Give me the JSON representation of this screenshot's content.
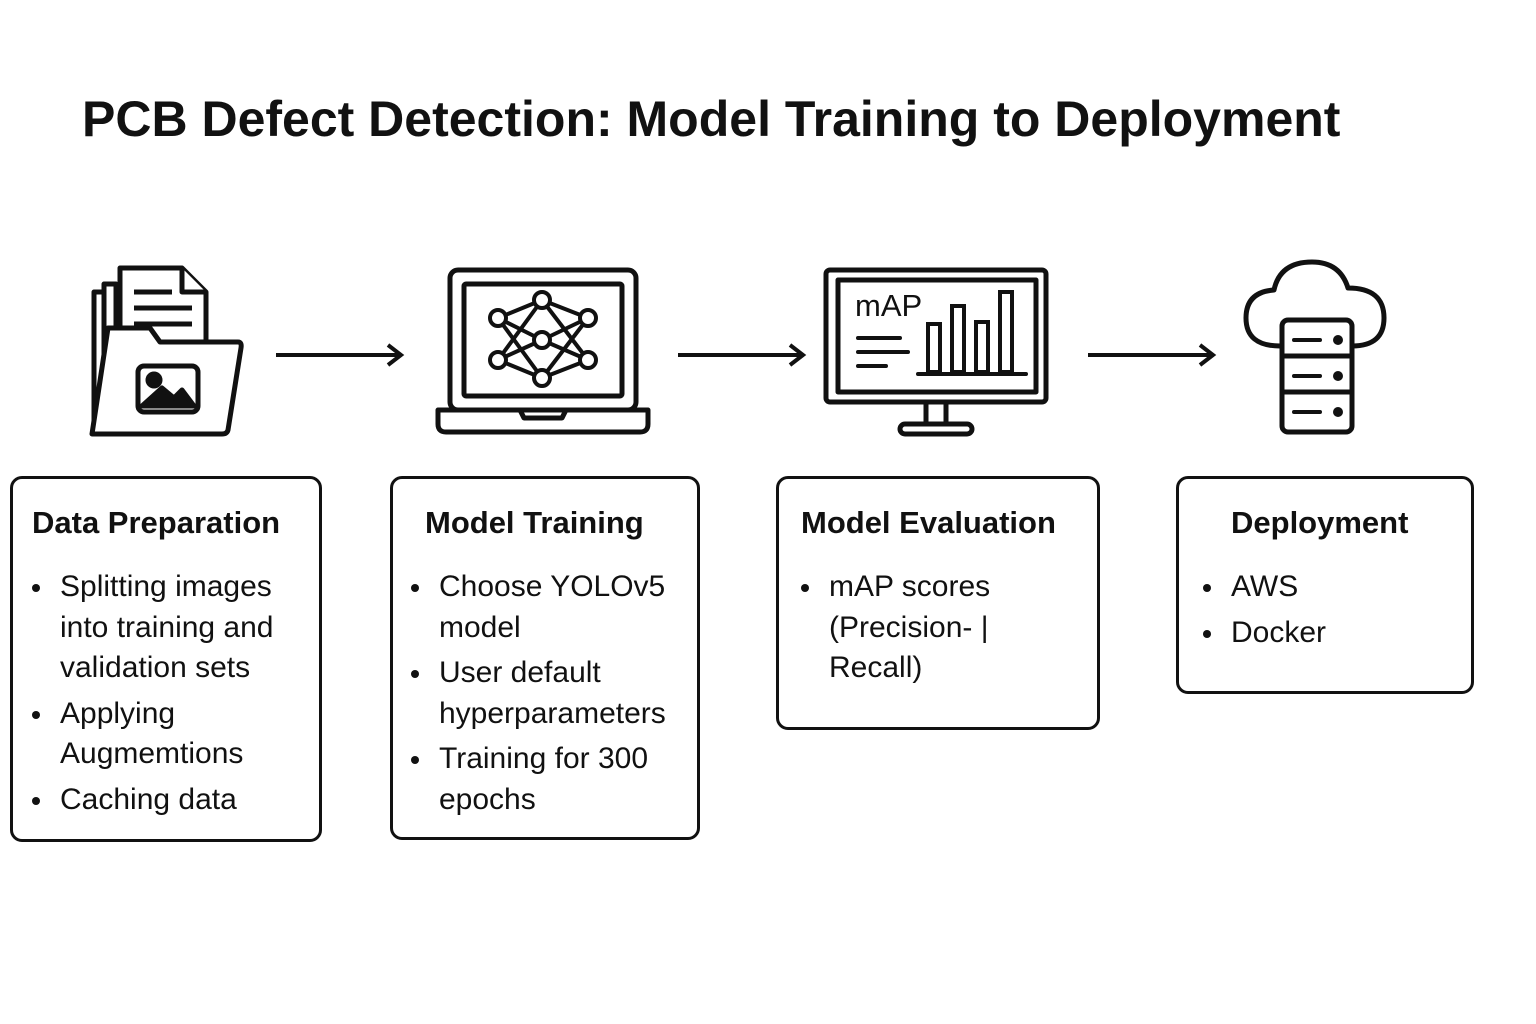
{
  "title": "PCB Defect Detection: Model Training to Deployment",
  "icons": {
    "step1": "folder-documents-image-icon",
    "step2": "laptop-neural-network-icon",
    "step3": "monitor-bar-chart-icon",
    "step4": "cloud-server-icon",
    "monitor_label": "mAP"
  },
  "steps": [
    {
      "title": "Data Preparation",
      "items": [
        "Splitting images into training and validation sets",
        "Applying Augmemtions",
        "Caching data"
      ]
    },
    {
      "title": "Model Training",
      "items": [
        "Choose YOLOv5 model",
        "User default hyperparameters",
        "Training for 300 epochs"
      ]
    },
    {
      "title": "Model Evaluation",
      "items": [
        "mAP scores (Precision- | Recall)"
      ]
    },
    {
      "title": "Deployment",
      "items": [
        "AWS",
        "Docker"
      ]
    }
  ]
}
